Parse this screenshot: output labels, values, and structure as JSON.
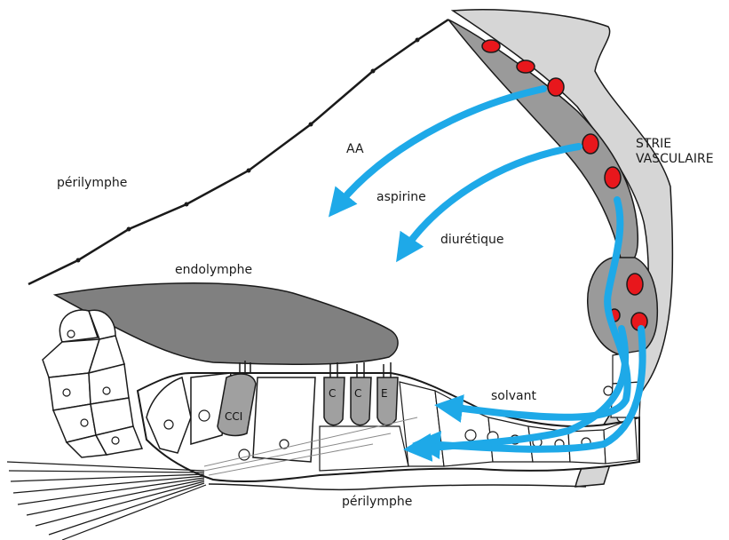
{
  "labels": {
    "perilymph_top": "périlymphe",
    "perilymph_bottom": "périlymphe",
    "endolymph": "endolymphe",
    "stria_line1": "STRIE",
    "stria_line2": "VASCULAIRE",
    "aa": "AA",
    "aspirin": "aspirine",
    "diuretic": "diurétique",
    "solvent": "solvant"
  },
  "cell_labels": {
    "cci": "CCI",
    "cce1": "C",
    "cce2": "C",
    "cce3": "E"
  },
  "colors": {
    "arrow": "#1ea9e8",
    "vessel": "#e8171c",
    "stria_fill": "#d6d6d6",
    "tectorial": "#808080",
    "outline": "#1a1a1a"
  }
}
